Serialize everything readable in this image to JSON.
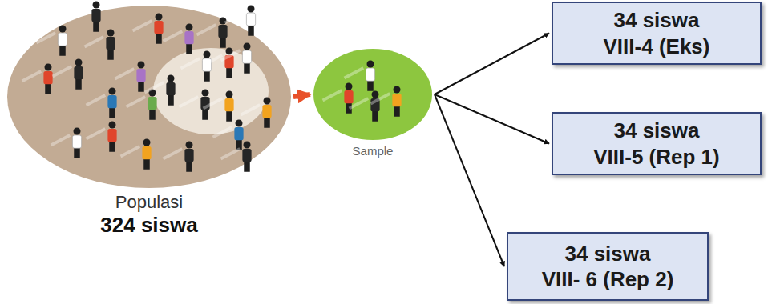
{
  "diagram": {
    "nodes": [
      {
        "text": [
          "Populasi",
          "324 siswa"
        ]
      },
      {
        "text": [
          "Sample"
        ]
      },
      {
        "text": [
          "34 siswa",
          "VIII-4 (Eks)"
        ]
      },
      {
        "text": [
          "34 siswa",
          "VIII-5 (Rep 1)"
        ]
      },
      {
        "text": [
          "34 siswa",
          "VIII- 6 (Rep 2)"
        ]
      }
    ],
    "edges": [
      {
        "from": 0,
        "to": 1,
        "arrow": "to"
      },
      {
        "from": 1,
        "to": 2,
        "arrow": "to"
      },
      {
        "from": 1,
        "to": 3,
        "arrow": "to"
      },
      {
        "from": 1,
        "to": 4,
        "arrow": "to"
      }
    ]
  }
}
